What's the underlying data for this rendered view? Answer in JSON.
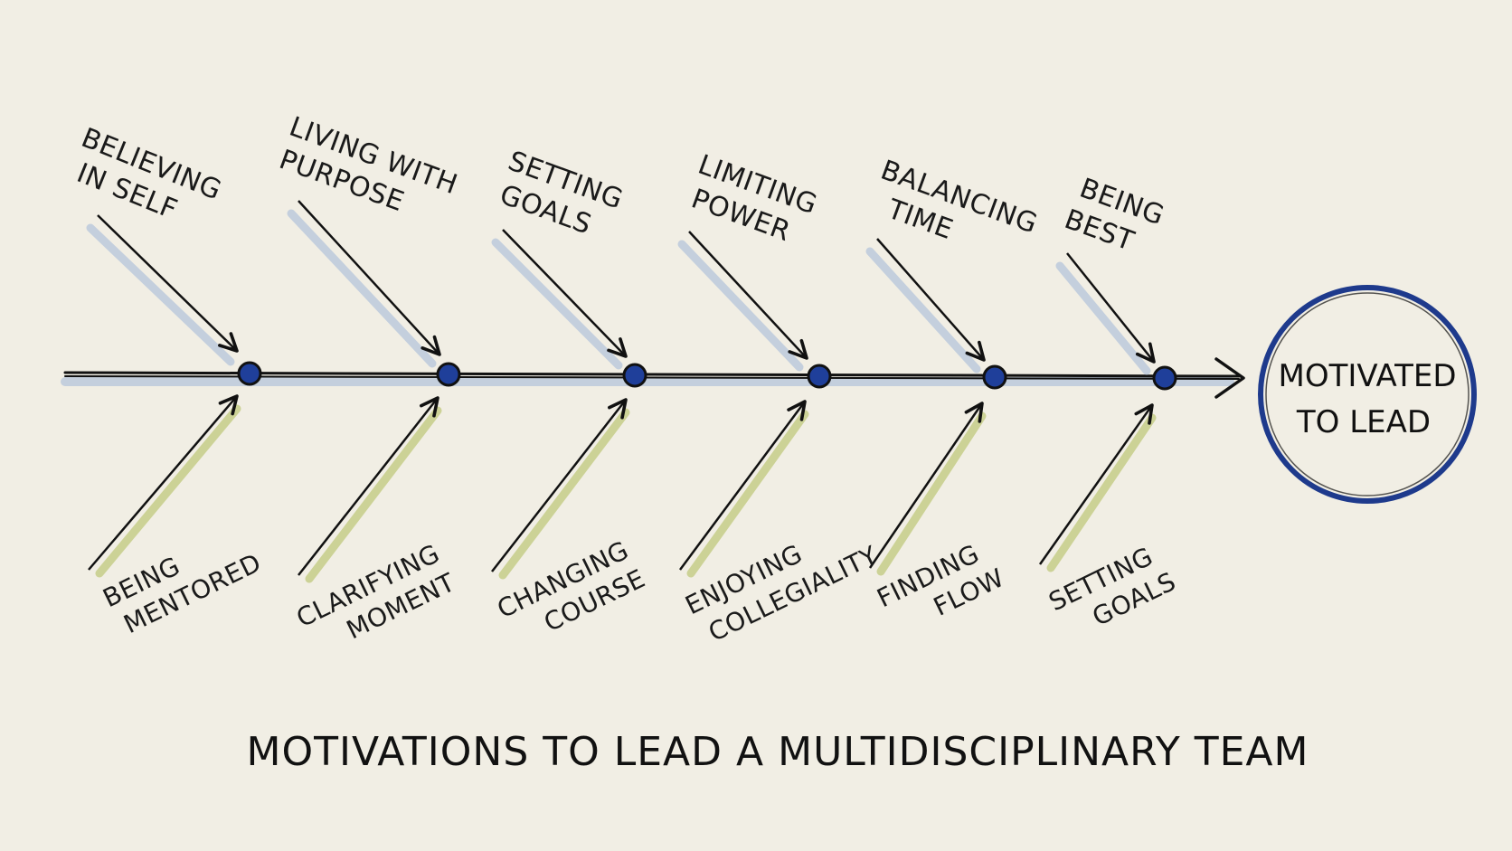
{
  "head": {
    "line1": "MOTIVATED",
    "line2": "TO LEAD"
  },
  "caption": "MOTIVATIONS TO LEAD A MULTIDISCIPLINARY TEAM",
  "top_causes": [
    {
      "line1": "BELIEVING",
      "line2": "IN SELF"
    },
    {
      "line1": "LIVING WITH",
      "line2": "PURPOSE"
    },
    {
      "line1": "SETTING",
      "line2": "GOALS"
    },
    {
      "line1": "LIMITING",
      "line2": "POWER"
    },
    {
      "line1": "BALANCING",
      "line2": "TIME"
    },
    {
      "line1": "BEING",
      "line2": "BEST"
    }
  ],
  "bottom_causes": [
    {
      "line1": "BEING",
      "line2": "MENTORED"
    },
    {
      "line1": "CLARIFYING",
      "line2": "MOMENT"
    },
    {
      "line1": "CHANGING",
      "line2": "COURSE"
    },
    {
      "line1": "ENJOYING",
      "line2": "COLLEGIALITY"
    },
    {
      "line1": "FINDING",
      "line2": "FLOW"
    },
    {
      "line1": "SETTING",
      "line2": "GOALS"
    }
  ],
  "colors": {
    "paper": "#f1eee4",
    "ink": "#111111",
    "node_blue": "#1f3f9a",
    "top_shadow": "#b9c8dc",
    "bottom_shadow": "#c9cf8e",
    "circle_ring": "#1e3a8c"
  }
}
